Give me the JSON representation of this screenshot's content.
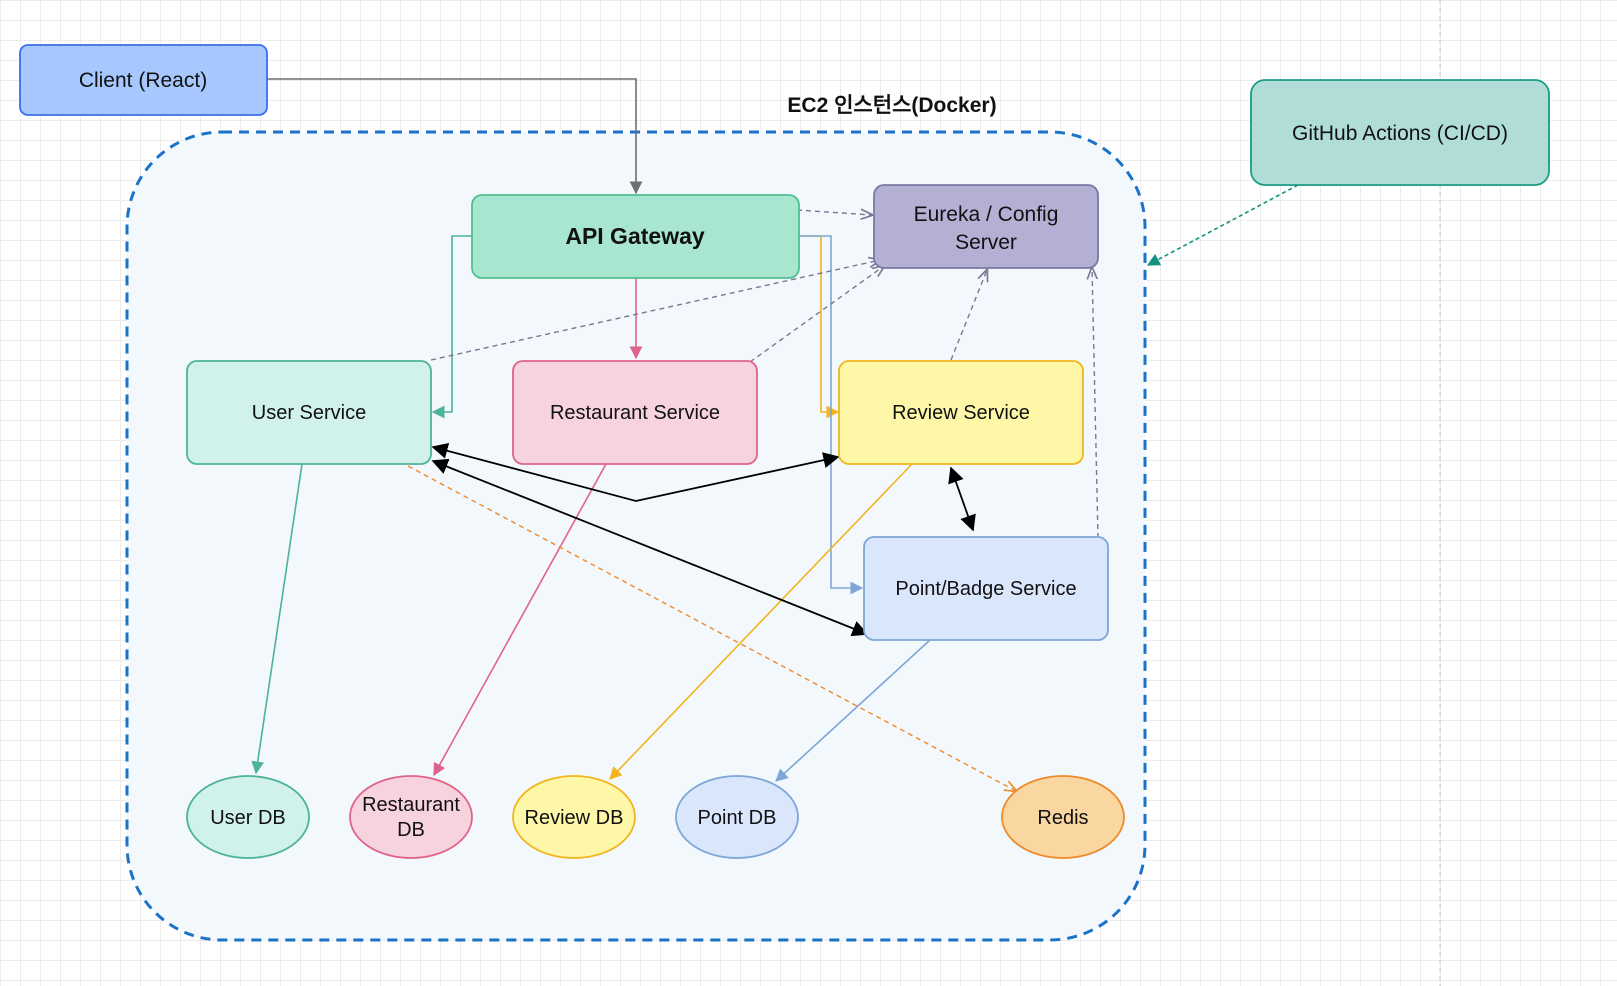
{
  "container": {
    "title": "EC2 인스턴스(Docker)"
  },
  "nodes": {
    "client": {
      "label": "Client (React)"
    },
    "github": {
      "label": "GitHub Actions (CI/CD)"
    },
    "gateway": {
      "label": "API Gateway"
    },
    "eureka": {
      "line1": "Eureka / Config",
      "line2": "Server"
    },
    "user_service": {
      "label": "User Service"
    },
    "restaurant_service": {
      "label": "Restaurant Service"
    },
    "review_service": {
      "label": "Review Service"
    },
    "point_service": {
      "label": "Point/Badge Service"
    },
    "user_db": {
      "label": "User DB"
    },
    "restaurant_db": {
      "line1": "Restaurant",
      "line2": "DB"
    },
    "review_db": {
      "label": "Review DB"
    },
    "point_db": {
      "label": "Point DB"
    },
    "redis": {
      "label": "Redis"
    }
  },
  "colors": {
    "client": "#a6c8ff",
    "github": "#b1ddd9",
    "gateway": "#a8e6cf",
    "eureka": "#b3b0d4",
    "user": "#d1f2ea",
    "restaurant": "#f7d3dd",
    "review": "#fff7a8",
    "point": "#dae6fb",
    "redis": "#fad7a0",
    "container_border": "#1565c0"
  }
}
